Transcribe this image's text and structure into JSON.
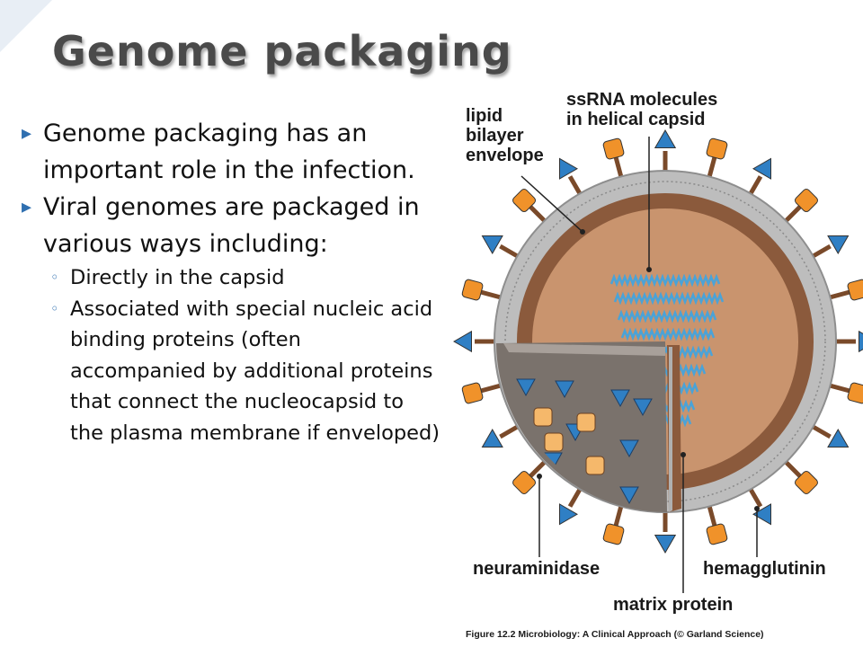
{
  "slide": {
    "title": "Genome packaging",
    "bullets": [
      "Genome packaging has an important role in the infection.",
      "Viral genomes are packaged in various ways including:"
    ],
    "sub_bullets": [
      "Directly in the capsid",
      "Associated with special nucleic acid binding proteins  (often accompanied by additional proteins that connect the nucleocapsid to the plasma membrane if enveloped)"
    ]
  },
  "figure": {
    "labels": {
      "lipid": "lipid\nbilayer\nenvelope",
      "ssrna": "ssRNA molecules\nin helical capsid",
      "neuraminidase": "neuraminidase",
      "hemagglutinin": "hemagglutinin",
      "matrix": "matrix protein"
    },
    "caption": "Figure 12.2  Microbiology: A Clinical Approach (© Garland Science)",
    "colors": {
      "envelope": "#b9b9b9",
      "matrix": "#8b5a3c",
      "interior": "#c9946e",
      "na_spike": "#f0922a",
      "ha_spike": "#2f7fc4",
      "rna": "#4aa3d8"
    }
  }
}
